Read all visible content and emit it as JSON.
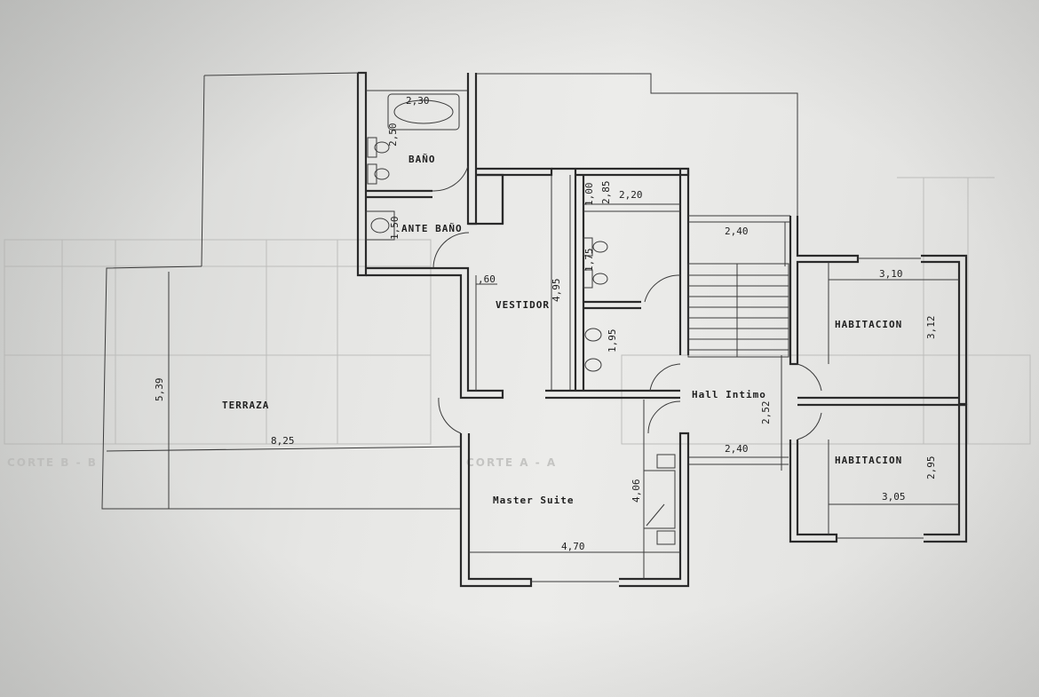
{
  "rooms": {
    "bano": "BAÑO",
    "ante_bano": "ANTE BAÑO",
    "vestidor": "VESTIDOR",
    "terraza": "TERRAZA",
    "hall": "Hall Intimo",
    "master": "Master Suite",
    "habitacion_1": "HABITACION",
    "habitacion_2": "HABITACION"
  },
  "dimensions": {
    "bath_width": "2,30",
    "bath_height": "2,50",
    "ante_bano": "1,50",
    "closet_2_85": "2,85",
    "closet_1_00": "1,00",
    "closet_2_20": "2,20",
    "wc_1_75": "1,75",
    "vestidor_60": ",60",
    "vestidor_4_95": "4,95",
    "sinks_1_95": "1,95",
    "stair_top": "2,40",
    "hall_bottom": "2,40",
    "hall_2_52": "2,52",
    "terraza_height": "5,39",
    "terraza_width": "8,25",
    "master_width": "4,70",
    "master_height": "4,06",
    "hab1_width": "3,10",
    "hab1_height": "3,12",
    "hab2_width": "3,05",
    "hab2_height": "2,95"
  },
  "ghost": {
    "corte_b": "CORTE B - B",
    "corte_a": "CORTE A - A"
  }
}
